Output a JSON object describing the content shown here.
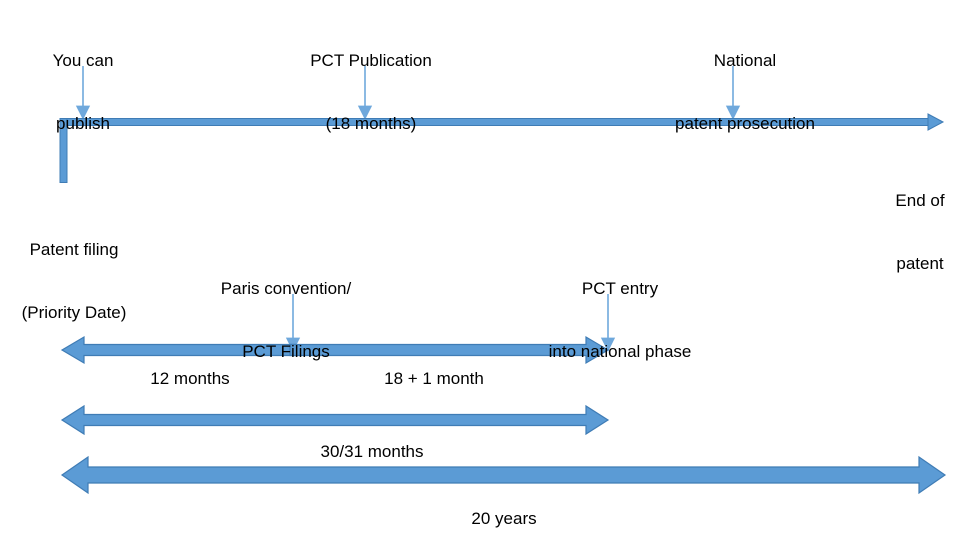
{
  "diagram": {
    "title": "Patent filing and PCT timeline",
    "type": "timeline",
    "colors": {
      "arrow_fill": "#5B9BD5",
      "arrow_stroke": "#3F7CB5",
      "thin_arrow": "#6FA8DC",
      "text": "#000000",
      "background": "#FFFFFF"
    },
    "callouts": [
      {
        "id": "you-can-publish",
        "line1": "You can",
        "line2": "publish"
      },
      {
        "id": "pct-publication",
        "line1": "PCT Publication",
        "line2": "(18 months)"
      },
      {
        "id": "national-prosecution",
        "line1": "National",
        "line2": "patent prosecution"
      }
    ],
    "main_timeline": {
      "start_label_line1": "Patent filing",
      "start_label_line2": "(Priority Date)",
      "end_label_line1": "End of",
      "end_label_line2": "patent"
    },
    "lower_callouts": [
      {
        "id": "paris-convention",
        "line1": "Paris convention/",
        "line2": "PCT Filings"
      },
      {
        "id": "pct-entry",
        "line1": "PCT entry",
        "line2": "into national phase"
      }
    ],
    "measures": [
      {
        "id": "twelve-months",
        "label": "12 months"
      },
      {
        "id": "eighteen-plus-one-month",
        "label": "18 + 1 month"
      },
      {
        "id": "thirty-thirtyone-months",
        "label": "30/31 months"
      },
      {
        "id": "twenty-years",
        "label": "20 years"
      }
    ]
  }
}
